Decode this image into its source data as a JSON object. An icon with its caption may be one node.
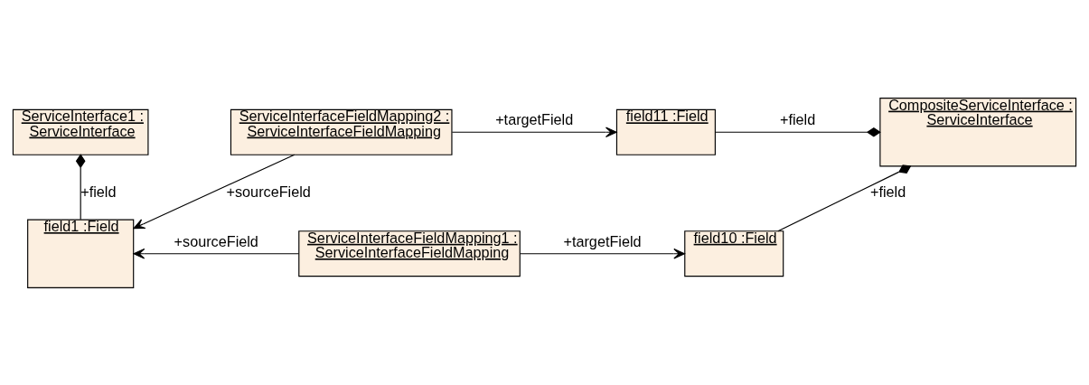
{
  "diagram": {
    "nodes": [
      {
        "text": [
          "ServiceInterface1 : ServiceInterface"
        ]
      },
      {
        "text": [
          "field1 :Field"
        ]
      },
      {
        "text": [
          "ServiceInterfaceFieldMapping1 : ServiceInterfaceFieldMapping"
        ]
      },
      {
        "text": [
          "field10 :Field"
        ]
      },
      {
        "text": [
          "CompositeServiceInterface : ServiceInterface"
        ]
      },
      {
        "text": [
          "ServiceInterfaceFieldMapping2 : ServiceInterfaceFieldMapping"
        ]
      },
      {
        "text": [
          "field11 :Field"
        ]
      }
    ],
    "edges": [
      {
        "from": 0,
        "to": 1,
        "arrow": "other",
        "label": "+field"
      },
      {
        "from": 2,
        "to": 1,
        "arrow": "to",
        "label": "+sourceField"
      },
      {
        "from": 2,
        "to": 3,
        "arrow": "to",
        "label": "+targetField"
      },
      {
        "from": 4,
        "to": 3,
        "arrow": "other",
        "label": "+field"
      },
      {
        "from": 5,
        "to": 1,
        "arrow": "to",
        "label": "+sourceField"
      },
      {
        "from": 5,
        "to": 6,
        "arrow": "to",
        "label": "+targetField"
      },
      {
        "from": 4,
        "to": 6,
        "arrow": "other",
        "label": "+field"
      }
    ]
  }
}
